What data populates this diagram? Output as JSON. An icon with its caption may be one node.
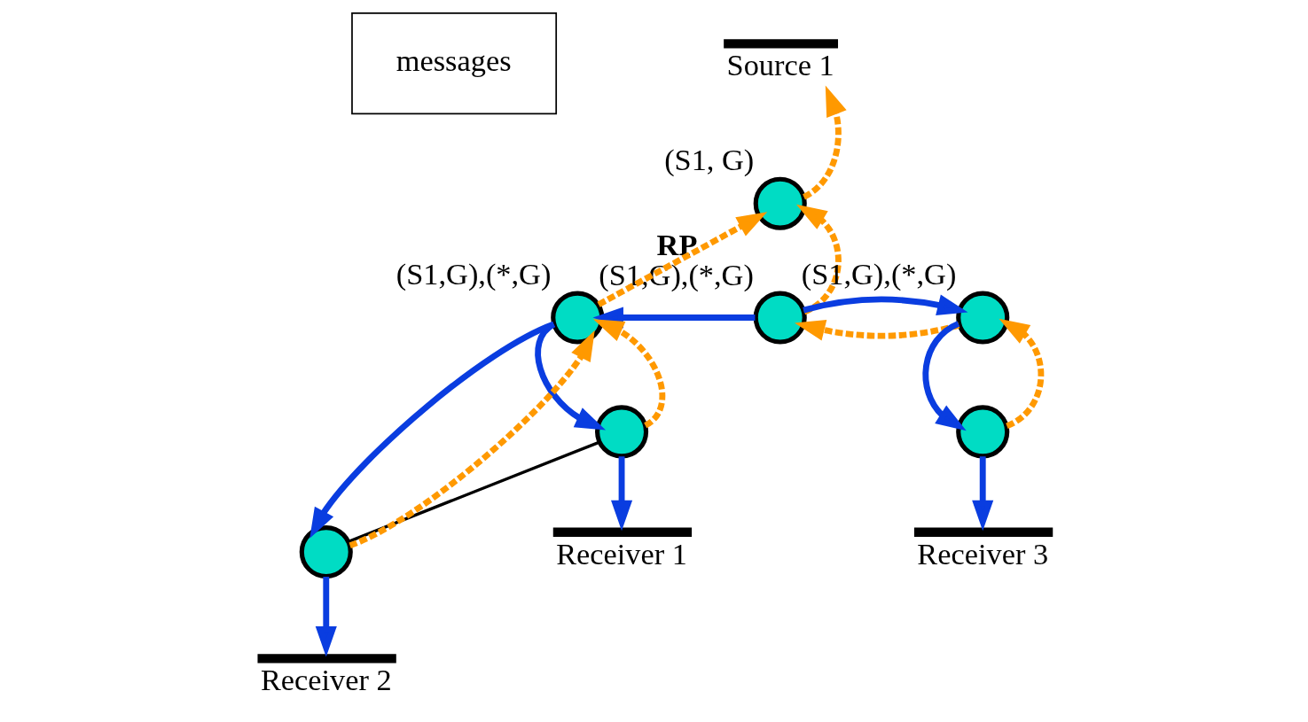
{
  "diagram": {
    "nodes": [
      {
        "text": [
          "messages"
        ]
      },
      {
        "text": [
          "Source 1"
        ]
      },
      {
        "text": [],
        "shape": "circle",
        "beside": [
          "(S1, G)"
        ]
      },
      {
        "text": [],
        "shape": "circle",
        "beside": [
          "(S1,G),(*,G)"
        ]
      },
      {
        "text": [],
        "shape": "circle",
        "beside": [
          "RP",
          "(S1,G),(*,G)"
        ]
      },
      {
        "text": [],
        "shape": "circle",
        "beside": [
          "(S1,G),(*,G)"
        ]
      },
      {
        "text": [],
        "shape": "circle"
      },
      {
        "text": [],
        "shape": "circle"
      },
      {
        "text": [],
        "shape": "circle"
      },
      {
        "text": [
          "Receiver 1"
        ]
      },
      {
        "text": [
          "Receiver 2"
        ]
      },
      {
        "text": [
          "Receiver 3"
        ]
      }
    ],
    "edges": [
      {
        "from": 2,
        "to": 1,
        "arrow": "to",
        "style": "dashed",
        "color": "#ff9900"
      },
      {
        "from": 3,
        "to": 2,
        "arrow": "to",
        "style": "dashed",
        "color": "#ff9900"
      },
      {
        "from": 4,
        "to": 2,
        "arrow": "to",
        "style": "dashed",
        "color": "#ff9900"
      },
      {
        "from": 5,
        "to": 4,
        "arrow": "to",
        "style": "dashed",
        "color": "#ff9900"
      },
      {
        "from": 4,
        "to": 3,
        "arrow": "to"
      },
      {
        "from": 4,
        "to": 5,
        "arrow": "to"
      },
      {
        "from": 6,
        "to": 3,
        "arrow": "to",
        "style": "dashed",
        "color": "#ff9900"
      },
      {
        "from": 3,
        "to": 6,
        "arrow": "to"
      },
      {
        "from": 7,
        "to": 3,
        "arrow": "to",
        "style": "dashed",
        "color": "#ff9900"
      },
      {
        "from": 3,
        "to": 7,
        "arrow": "to"
      },
      {
        "from": 6,
        "to": 7,
        "arrow": "none",
        "color": "#000000"
      },
      {
        "from": 6,
        "to": 9,
        "arrow": "to"
      },
      {
        "from": 7,
        "to": 10,
        "arrow": "to"
      },
      {
        "from": 5,
        "to": 8,
        "arrow": "to"
      },
      {
        "from": 8,
        "to": 5,
        "arrow": "to",
        "style": "dashed",
        "color": "#ff9900"
      },
      {
        "from": 8,
        "to": 11,
        "arrow": "to"
      }
    ]
  }
}
